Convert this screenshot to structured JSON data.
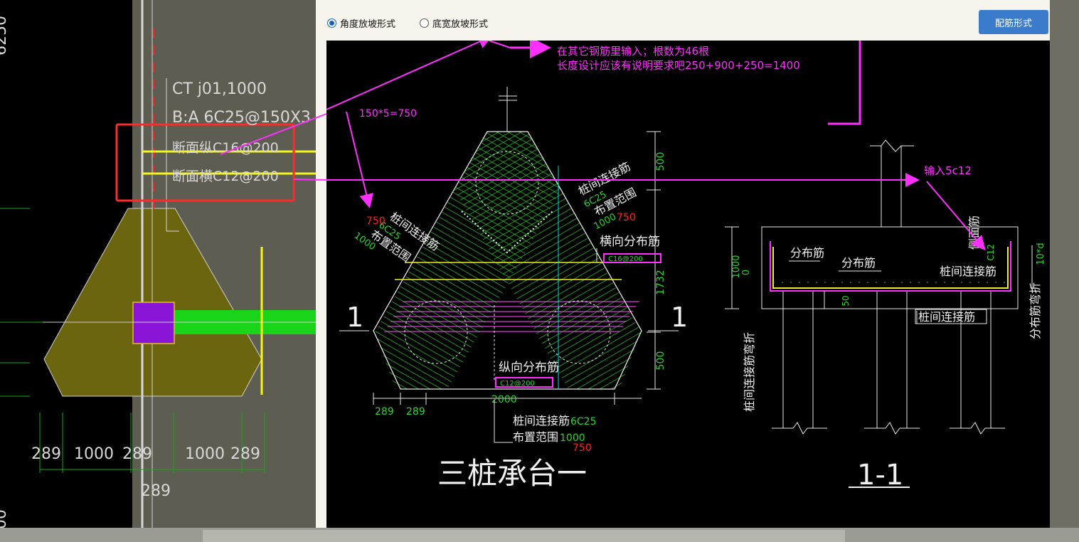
{
  "cad_left": {
    "top_dim": "6250",
    "bottom_dim": "00",
    "label_ct": "CT j01,1000",
    "label_b": "B:A 6C25@150X3",
    "label_top_bar": "断面纵C16@200",
    "label_cross_bar": "断面横C12@200",
    "dims_bottom": [
      "289",
      "1000",
      "289",
      "1000",
      "289"
    ],
    "dim_under": "289"
  },
  "dialog": {
    "radio_angle_label": "角度放坡形式",
    "radio_width_label": "底宽放坡形式",
    "rebar_button_label": "配筋形式"
  },
  "drawing": {
    "note_line1": "在其它钢筋里输入；根数为46根",
    "note_line2": "长度设计应该有说明要求吧250+900+250=1400",
    "note_150": "150*5=750",
    "note_input": "输入5c12",
    "label_pile_conn_left": "桩间连接筋",
    "label_6c25_left": "6C25",
    "label_layout_left": "布置范围",
    "label_1000_left": "1000",
    "label_750_left": "750",
    "label_pile_conn_right": "桩间连接筋",
    "label_6c25_right": "6C25",
    "label_layout_right": "布置范围",
    "label_1000_right": "1000",
    "label_750_right": "750",
    "label_horiz_dist": "横向分布筋",
    "label_horiz_code": "C16@200",
    "label_long_dist": "纵向分布筋",
    "label_long_code": "C12@200",
    "dim_500_top": "500",
    "dim_1732": "1732",
    "dim_500_bottom": "500",
    "dim_289a": "289",
    "dim_289b": "289",
    "dim_2000": "2000",
    "section_1_left": "1",
    "section_1_right": "1",
    "label_bottom_conn": "桩间连接筋",
    "label_bottom_6c25": "6C25",
    "label_bottom_layout": "布置范围",
    "label_bottom_1000": "1000",
    "label_bottom_750": "750",
    "title_main": "三桩承台一",
    "title_section": "1-1",
    "sec_dim_1000": "1000",
    "sec_dim_0": "0",
    "sec_dim_50": "50",
    "sec_dist1": "分布筋",
    "sec_dist2": "分布筋",
    "sec_conn": "桩间连接筋",
    "sec_conn_bottom": "桩间连接筋",
    "sec_side_bar": "侧面筋",
    "sec_side_code": "C12",
    "sec_10d": "10*d",
    "sec_vert_left": "桩间连接筋弯折",
    "sec_vert_right": "分布筋弯折"
  }
}
